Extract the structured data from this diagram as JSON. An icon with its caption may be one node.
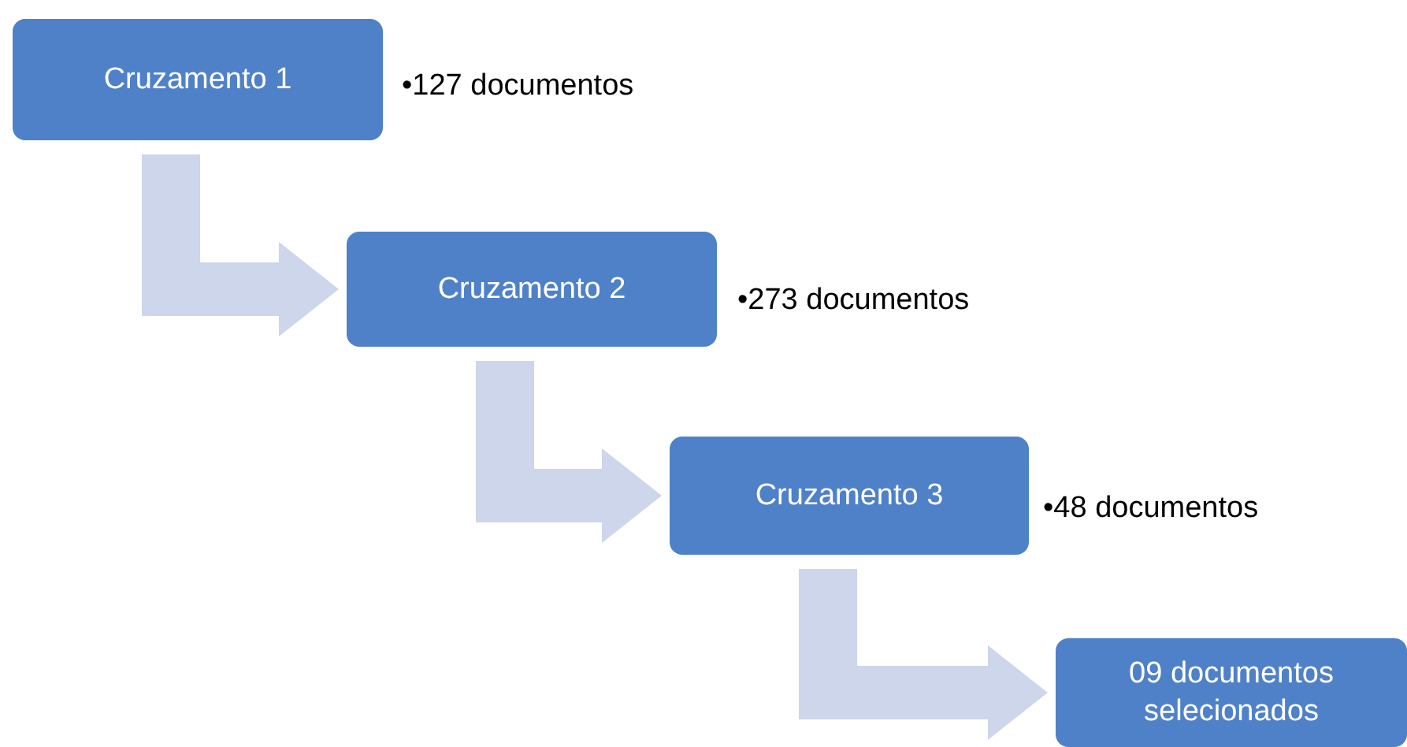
{
  "diagram": {
    "nodes": [
      {
        "text": [
          "Cruzamento 1"
        ],
        "beside": [
          "•127 documentos"
        ]
      },
      {
        "text": [
          "Cruzamento 2"
        ],
        "beside": [
          "•273 documentos"
        ]
      },
      {
        "text": [
          "Cruzamento 3"
        ],
        "beside": [
          "•48 documentos"
        ]
      },
      {
        "text": [
          "09 documentos selecionados"
        ]
      }
    ],
    "edges": [
      {
        "from": 0,
        "to": 1,
        "arrow": "to",
        "style": "thick"
      },
      {
        "from": 1,
        "to": 2,
        "arrow": "to",
        "style": "thick"
      },
      {
        "from": 2,
        "to": 3,
        "arrow": "to",
        "style": "thick"
      }
    ]
  }
}
